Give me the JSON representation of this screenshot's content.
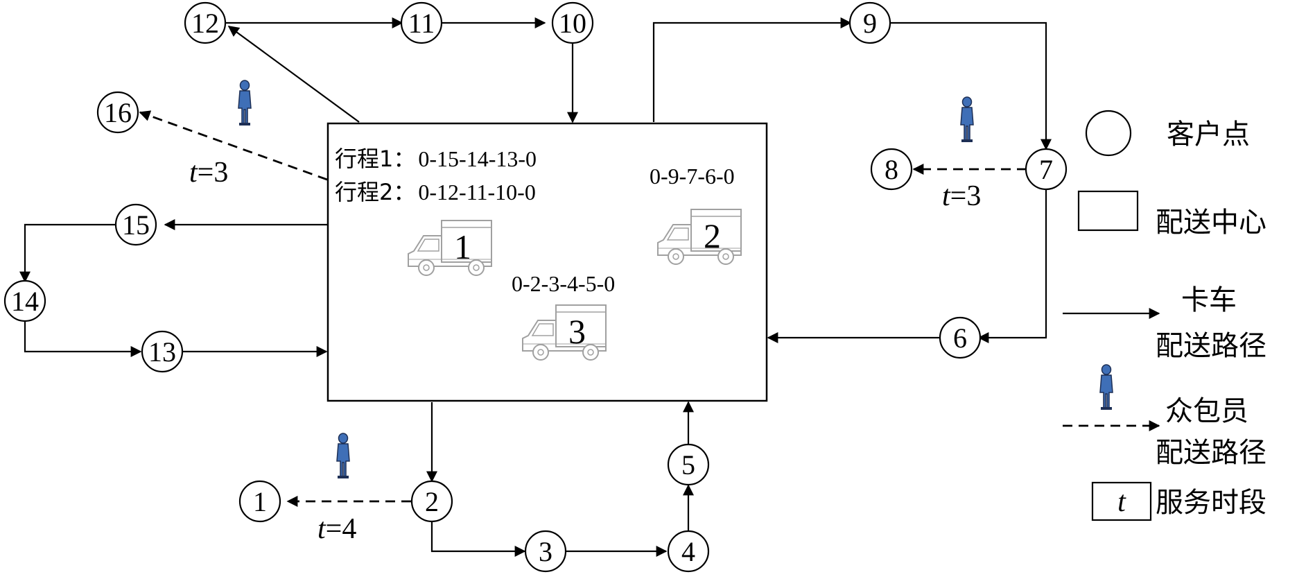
{
  "nodes": [
    "1",
    "2",
    "3",
    "4",
    "5",
    "6",
    "7",
    "8",
    "9",
    "10",
    "11",
    "12",
    "13",
    "14",
    "15",
    "16"
  ],
  "depot": {
    "trips_truck1": [
      {
        "label": "行程1：",
        "route": "0-15-14-13-0"
      },
      {
        "label": "行程2：",
        "route": "0-12-11-10-0"
      }
    ],
    "route_truck2": "0-9-7-6-0",
    "route_truck3": "0-2-3-4-5-0",
    "trucks": [
      "1",
      "2",
      "3"
    ]
  },
  "crowd_service": [
    {
      "t_var": "t",
      "value": "=3"
    },
    {
      "t_var": "t",
      "value": "=3"
    },
    {
      "t_var": "t",
      "value": "=4"
    }
  ],
  "legend": {
    "customer": "客户点",
    "depot": "配送中心",
    "truck_line1": "卡车",
    "truck_line2": "配送路径",
    "crowd_line1": "众包员",
    "crowd_line2": "配送路径",
    "t_symbol": "t",
    "service": "服务时段"
  },
  "colors": {
    "line": "#000000",
    "person_fill": "#3f6fb7",
    "person_dark": "#1d2f55",
    "truck_stroke": "#9a9a9a"
  }
}
